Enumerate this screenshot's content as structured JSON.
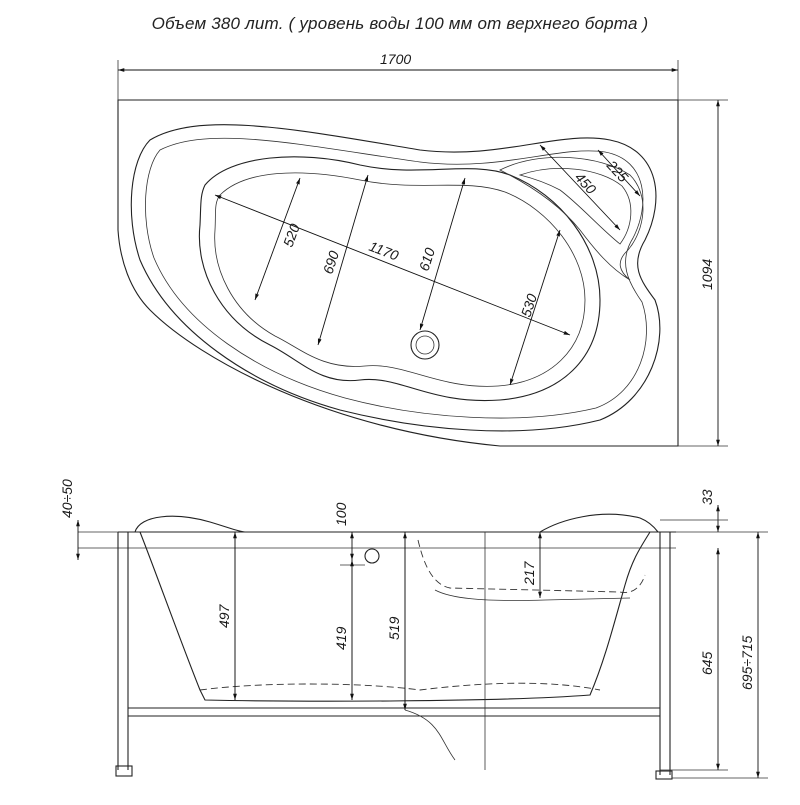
{
  "title": "Объем 380 лит. ( уровень воды 100 мм от верхнего борта )",
  "top_view": {
    "overall_width": "1700",
    "overall_depth": "1094",
    "inner_length": "1170",
    "width_520": "520",
    "width_690": "690",
    "width_610": "610",
    "width_530": "530",
    "seat_450": "450",
    "seat_225": "225"
  },
  "side_view": {
    "rim_40_50": "40÷50",
    "water_100": "100",
    "rim_33": "33",
    "seat_217": "217",
    "depth_497": "497",
    "depth_419": "419",
    "depth_519": "519",
    "height_645": "645",
    "height_695_715": "695÷715"
  }
}
